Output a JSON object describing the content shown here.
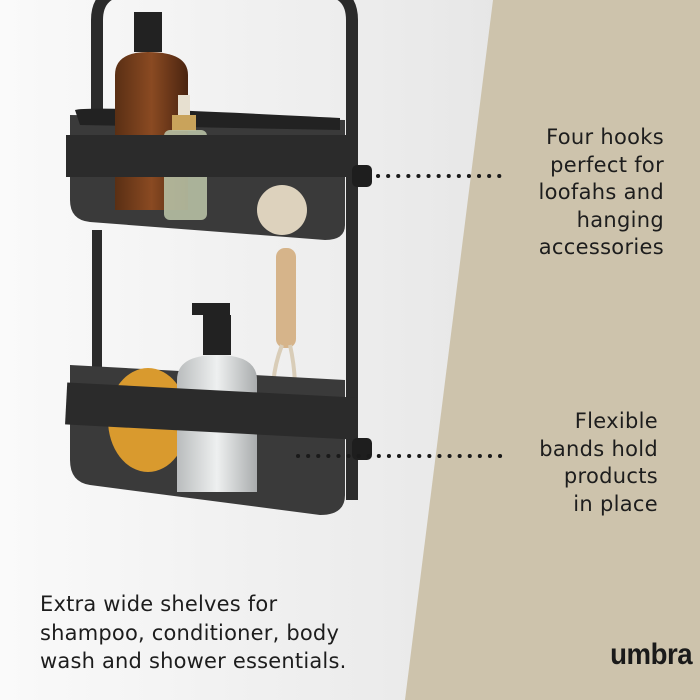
{
  "callouts": [
    {
      "lines": [
        "Four hooks",
        "perfect for",
        "loofahs and",
        "hanging",
        "accessories"
      ]
    },
    {
      "lines": [
        "Flexible",
        "bands hold",
        "products",
        "in place"
      ]
    }
  ],
  "caption": {
    "lines": [
      "Extra wide shelves for",
      "shampoo, conditioner, body",
      "wash and shower essentials."
    ]
  },
  "brand": {
    "logo_text": "umbra"
  },
  "colors": {
    "panel": "#cdc3ac",
    "wall": "#f4f4f4",
    "caddy": "#2b2b2b",
    "text": "#1d1d1d"
  }
}
